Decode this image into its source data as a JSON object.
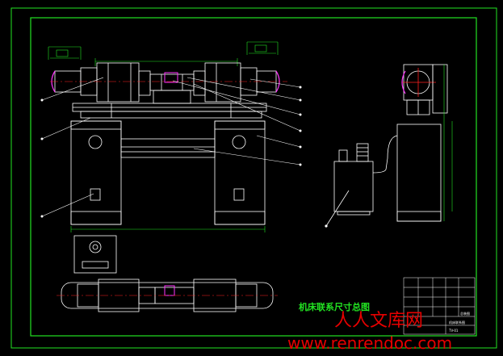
{
  "drawing": {
    "title": "机床联系尺寸总图",
    "colors": {
      "background": "#000000",
      "outline": "#22e322",
      "geometry": "#ffffff",
      "dimension": "#22e322",
      "centerline": "#ff2020",
      "accent": "#ff33ff"
    },
    "title_block": {
      "cells": [
        "总装图",
        "机床联系图",
        "TV-01"
      ]
    }
  },
  "watermark": {
    "chinese": "人人文库网",
    "url": "www.renrendoc.com",
    "color": "#e60000"
  }
}
